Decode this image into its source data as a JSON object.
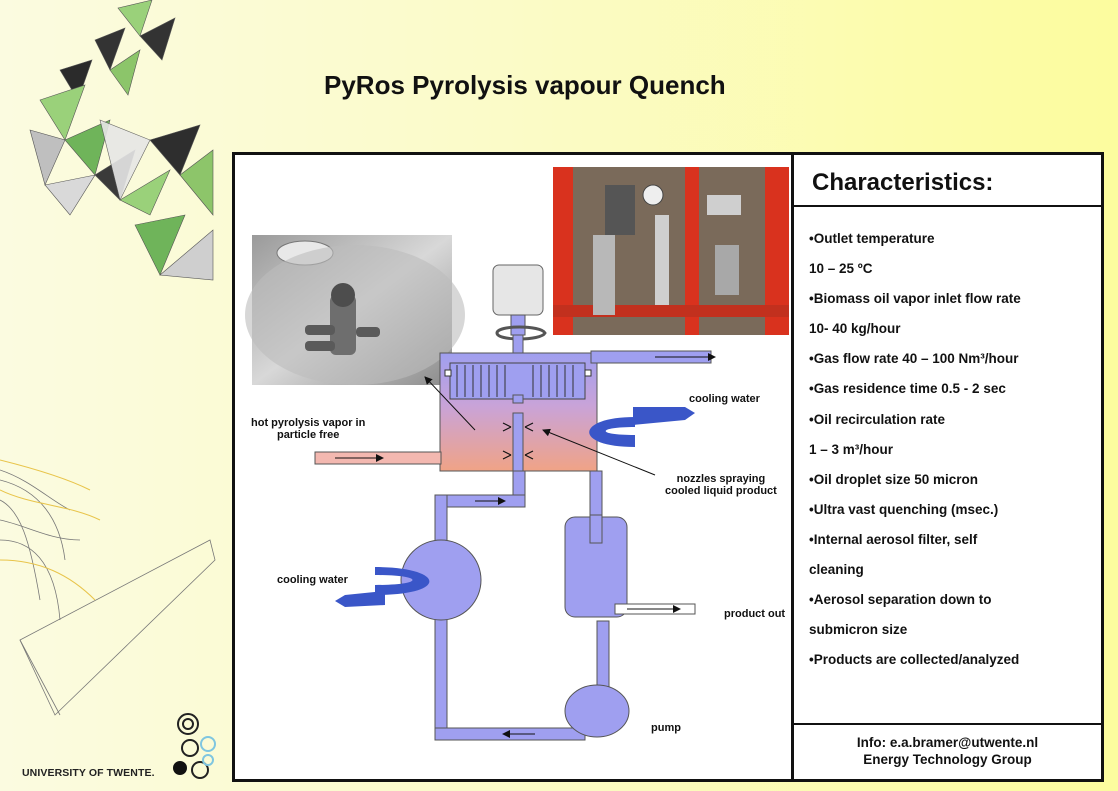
{
  "slide": {
    "title": "PyRos Pyrolysis vapour Quench",
    "university": "UNIVERSITY OF TWENTE."
  },
  "characteristics": {
    "heading": "Characteristics:",
    "items": [
      "•Outlet temperature",
      "10 – 25 ºC",
      "•Biomass oil vapor inlet flow rate",
      "10- 40 kg/hour",
      "•Gas flow rate 40 – 100 Nm³/hour",
      "•Gas residence time  0.5 - 2 sec",
      "•Oil recirculation rate",
      "1 – 3 m³/hour",
      "•Oil droplet size 50 micron",
      "•Ultra vast quenching (msec.)",
      "•Internal aerosol filter, self",
      "cleaning",
      "•Aerosol separation down to",
      "submicron size",
      "•Products are collected/analyzed"
    ],
    "info_line": "Info: e.a.bramer@utwente.nl",
    "group_line": "Energy Technology Group"
  },
  "diagram": {
    "label_inlet_line1": "hot pyrolysis vapor in",
    "label_inlet_line2": "particle free",
    "label_cooling_top": "cooling water",
    "label_nozzles_line1": "nozzles spraying",
    "label_nozzles_line2": "cooled liquid product",
    "label_cooling_left": "cooling water",
    "label_product": "product out",
    "label_pump": "pump"
  },
  "colors": {
    "pipe": "#9f9ff0",
    "vessel_top": "#9f9ff0",
    "vessel_bottom": "#f0a386",
    "arrow_blue": "#3a56c8",
    "frame_red": "#d9321e"
  }
}
